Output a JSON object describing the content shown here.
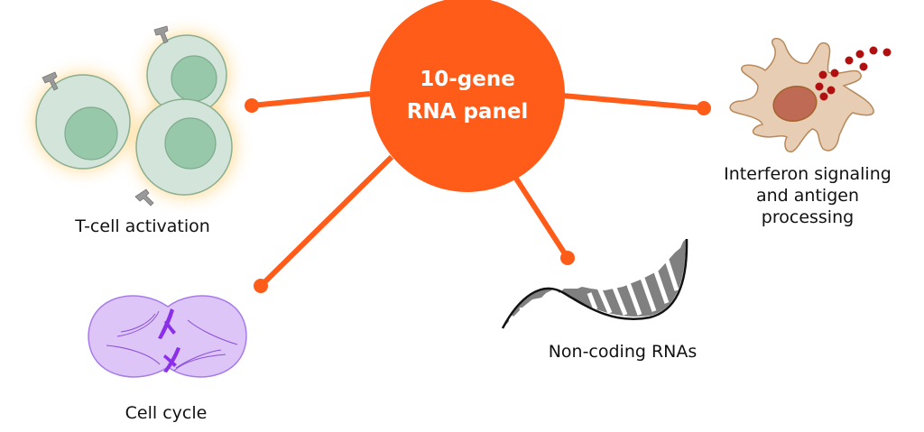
{
  "hub": {
    "line1": "10-gene",
    "line2": "RNA panel",
    "color": "#FF5C1A"
  },
  "categories": [
    {
      "id": "t-cell",
      "label": "T-cell activation"
    },
    {
      "id": "interferon",
      "label_lines": [
        "Interferon signaling",
        "and antigen",
        "processing"
      ]
    },
    {
      "id": "cell-cycle",
      "label": "Cell cycle"
    },
    {
      "id": "ncrna",
      "label": "Non-coding RNAs"
    }
  ],
  "colors": {
    "connector": "#FF5C1A",
    "tcell_fill": "#D3E4DA",
    "tcell_nucleus": "#97C8AA",
    "tcell_stroke": "#8AAE90",
    "tcell_glow": "#FFD27A",
    "receptor": "#9A9A9A",
    "dendritic_fill": "#E8CDB5",
    "dendritic_stroke": "#B8895A",
    "dendritic_nucleus": "#BE6A55",
    "antigen": "#B01010",
    "mitosis_fill": "#DDC5F7",
    "mitosis_stroke": "#A77BEA",
    "chromosome": "#8B2FE8",
    "rna_fill": "#808080",
    "rna_stroke": "#111111"
  }
}
